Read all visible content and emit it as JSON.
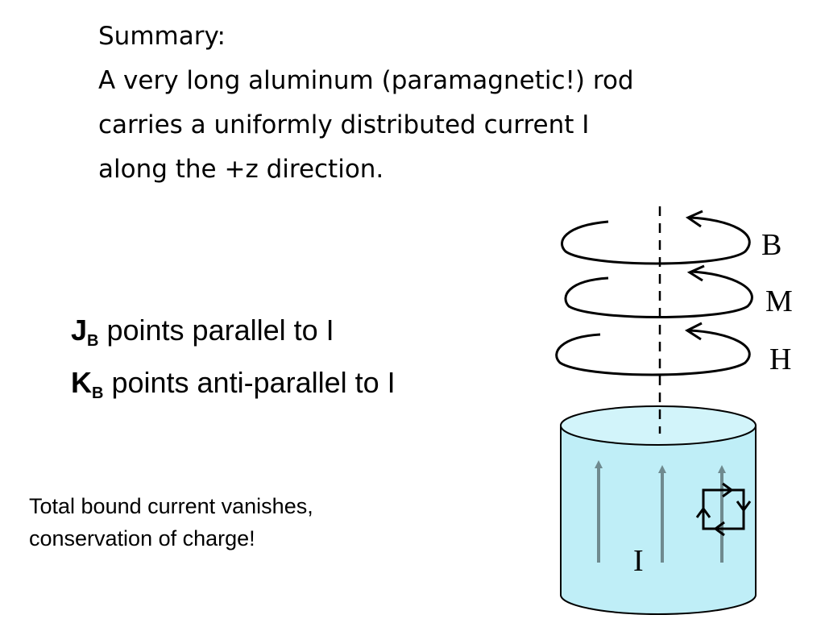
{
  "summary": {
    "line1": "Summary:",
    "line2": "A very long aluminum (paramagnetic!) rod",
    "line3": "carries a uniformly distributed current I",
    "line4": "along the +z direction."
  },
  "bound_currents": {
    "j_main": "J",
    "j_sub": "B",
    "j_text": " points parallel to I",
    "k_main": "K",
    "k_sub": "B",
    "k_text": " points anti-parallel to I"
  },
  "note": {
    "line1": "Total bound current vanishes,",
    "line2": "conservation of charge!"
  },
  "diagram": {
    "label_b": "B",
    "label_m": "M",
    "label_h": "H",
    "label_i": "I",
    "rod_fill": "#bfeef7",
    "arrow_color": "#6f8a8f"
  }
}
